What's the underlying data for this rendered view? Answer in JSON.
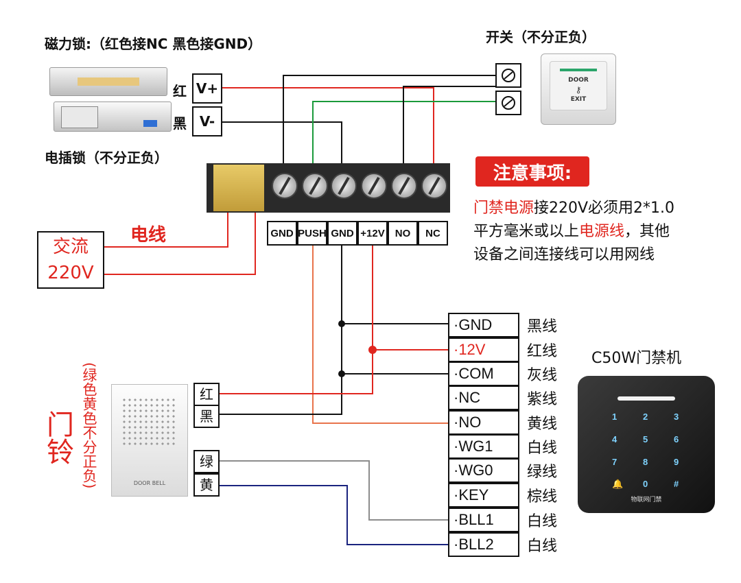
{
  "maglock": {
    "title": "磁力锁:（红色接NC 黑色接GND）",
    "red_label": "红",
    "black_label": "黑",
    "vplus": "V+",
    "vminus": "V-"
  },
  "electric_lock": {
    "label": "电插锁（不分正负）"
  },
  "switch": {
    "title": "开关（不分正负）",
    "button_text_top": "DOOR",
    "button_text_bottom": "EXIT"
  },
  "notice": {
    "title": "注意事项:",
    "line1_red": "门禁电源",
    "line1_rest": "接220V必须用2*1.0",
    "line2_start": "平方毫米或以上",
    "line2_red": "电源线",
    "line2_end": "，其他",
    "line3": "设备之间连接线可以用网线"
  },
  "power": {
    "wire_label": "电线",
    "ac_line1": "交流",
    "ac_line2": "220V"
  },
  "terminals": [
    "GND",
    "PUSH",
    "GND",
    "+12V",
    "NO",
    "NC"
  ],
  "controller": {
    "title": "C50W门禁机",
    "rows": [
      {
        "pin": "·GND",
        "color": "黑线"
      },
      {
        "pin": "·12V",
        "color": "红线"
      },
      {
        "pin": "·COM",
        "color": "灰线"
      },
      {
        "pin": "·NC",
        "color": "紫线"
      },
      {
        "pin": "·NO",
        "color": "黄线"
      },
      {
        "pin": "·WG1",
        "color": "白线"
      },
      {
        "pin": "·WG0",
        "color": "绿线"
      },
      {
        "pin": "·KEY",
        "color": "棕线"
      },
      {
        "pin": "·BLL1",
        "color": "白线"
      },
      {
        "pin": "·BLL2",
        "color": "白线"
      }
    ],
    "keys": [
      "1",
      "2",
      "3",
      "4",
      "5",
      "6",
      "7",
      "8",
      "9",
      "0",
      "#"
    ],
    "footer": "物联网门禁"
  },
  "doorbell": {
    "title": "门铃",
    "note": "(绿色黄色不分正负)",
    "red_label": "红",
    "black_label": "黑",
    "green_label": "绿",
    "yellow_label": "黄",
    "device_text": "DOOR BELL"
  },
  "colors": {
    "red": "#e0261f",
    "green": "#1a9a3a",
    "orange": "#e8734a",
    "gray": "#8c8c8c",
    "navy": "#1a237e"
  }
}
